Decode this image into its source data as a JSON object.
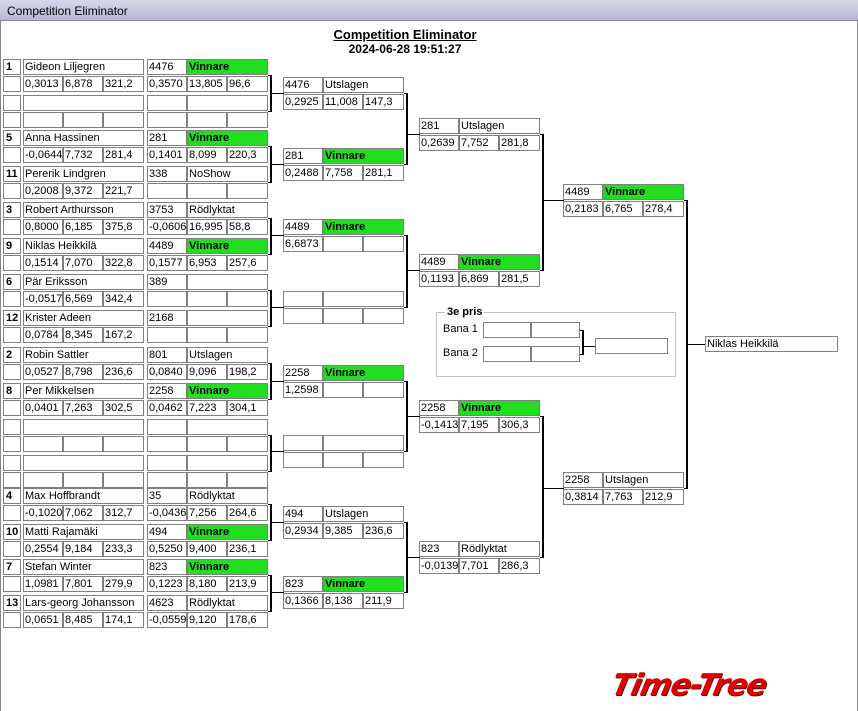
{
  "window": {
    "title": "Competition Eliminator"
  },
  "header": {
    "title": "Competition Eliminator",
    "date": "2024-06-28 19:51:27"
  },
  "round1": [
    {
      "seed": "1",
      "name": "Gideon Liljegren",
      "rt": "0,3013",
      "et": "6,878",
      "mph": "321,2"
    },
    {
      "seed": "",
      "name": "",
      "rt": "",
      "et": "",
      "mph": ""
    },
    {
      "seed": "5",
      "name": "Anna Hassinen",
      "rt": "-0,0644",
      "et": "7,732",
      "mph": "281,4"
    },
    {
      "seed": "11",
      "name": "Pererik Lindgren",
      "rt": "0,2008",
      "et": "9,372",
      "mph": "221,7"
    },
    {
      "seed": "3",
      "name": "Robert Arthursson",
      "rt": "0,8000",
      "et": "6,185",
      "mph": "375,8"
    },
    {
      "seed": "9",
      "name": "Niklas Heikkilä",
      "rt": "0,1514",
      "et": "7,070",
      "mph": "322,8"
    },
    {
      "seed": "6",
      "name": "Pär Eriksson",
      "rt": "-0,0517",
      "et": "6,569",
      "mph": "342,4"
    },
    {
      "seed": "12",
      "name": "Krister Adeen",
      "rt": "0,0784",
      "et": "8,345",
      "mph": "167,2"
    },
    {
      "seed": "2",
      "name": "Robin Sattler",
      "rt": "0,0527",
      "et": "8,798",
      "mph": "236,6"
    },
    {
      "seed": "8",
      "name": "Per Mikkelsen",
      "rt": "0,0401",
      "et": "7,263",
      "mph": "302,5"
    },
    {
      "seed": "",
      "name": "",
      "rt": "",
      "et": "",
      "mph": ""
    },
    {
      "seed": "",
      "name": "",
      "rt": "",
      "et": "",
      "mph": ""
    },
    {
      "seed": "4",
      "name": "Max Hoffbrandt",
      "rt": "-0,1020",
      "et": "7,062",
      "mph": "312,7"
    },
    {
      "seed": "10",
      "name": "Matti Rajamäki",
      "rt": "0,2554",
      "et": "9,184",
      "mph": "233,3"
    },
    {
      "seed": "7",
      "name": "Stefan Winter",
      "rt": "1,0981",
      "et": "7,801",
      "mph": "279,9"
    },
    {
      "seed": "13",
      "name": "Lars-georg Johansson",
      "rt": "0,0651",
      "et": "8,485",
      "mph": "174,1"
    }
  ],
  "round2": [
    {
      "car": "4476",
      "status": "Vinnare",
      "rt": "0,3570",
      "et": "13,805",
      "mph": "96,6"
    },
    {
      "car": "",
      "status": "",
      "rt": "",
      "et": "",
      "mph": ""
    },
    {
      "car": "281",
      "status": "Vinnare",
      "rt": "0,1401",
      "et": "8,099",
      "mph": "220,3"
    },
    {
      "car": "338",
      "status": "NoShow",
      "rt": "",
      "et": "",
      "mph": ""
    },
    {
      "car": "3753",
      "status": "Rödlyktat",
      "rt": "-0,0606",
      "et": "16,995",
      "mph": "58,8"
    },
    {
      "car": "4489",
      "status": "Vinnare",
      "rt": "0,1577",
      "et": "6,953",
      "mph": "257,6"
    },
    {
      "car": "389",
      "status": "",
      "rt": "",
      "et": "",
      "mph": ""
    },
    {
      "car": "2168",
      "status": "",
      "rt": "",
      "et": "",
      "mph": ""
    },
    {
      "car": "801",
      "status": "Utslagen",
      "rt": "0,0840",
      "et": "9,096",
      "mph": "198,2"
    },
    {
      "car": "2258",
      "status": "Vinnare",
      "rt": "0,0462",
      "et": "7,223",
      "mph": "304,1"
    },
    {
      "car": "",
      "status": "",
      "rt": "",
      "et": "",
      "mph": ""
    },
    {
      "car": "",
      "status": "",
      "rt": "",
      "et": "",
      "mph": ""
    },
    {
      "car": "35",
      "status": "Rödlyktat",
      "rt": "-0,0436",
      "et": "7,256",
      "mph": "264,6"
    },
    {
      "car": "494",
      "status": "Vinnare",
      "rt": "0,5250",
      "et": "9,400",
      "mph": "236,1"
    },
    {
      "car": "823",
      "status": "Vinnare",
      "rt": "0,1223",
      "et": "8,180",
      "mph": "213,9"
    },
    {
      "car": "4623",
      "status": "Rödlyktat",
      "rt": "-0,0559",
      "et": "9,120",
      "mph": "178,6"
    }
  ],
  "round3": [
    {
      "car": "4476",
      "status": "Utslagen",
      "rt": "0,2925",
      "et": "11,008",
      "mph": "147,3"
    },
    {
      "car": "281",
      "status": "Vinnare",
      "rt": "0,2488",
      "et": "7,758",
      "mph": "281,1"
    },
    {
      "car": "4489",
      "status": "Vinnare",
      "rt": "6,6873",
      "et": "",
      "mph": ""
    },
    {
      "car": "",
      "status": "",
      "rt": "",
      "et": "",
      "mph": ""
    },
    {
      "car": "2258",
      "status": "Vinnare",
      "rt": "1,2598",
      "et": "",
      "mph": ""
    },
    {
      "car": "",
      "status": "",
      "rt": "",
      "et": "",
      "mph": ""
    },
    {
      "car": "494",
      "status": "Utslagen",
      "rt": "0,2934",
      "et": "9,385",
      "mph": "236,6"
    },
    {
      "car": "823",
      "status": "Vinnare",
      "rt": "0,1366",
      "et": "8,138",
      "mph": "211,9"
    }
  ],
  "round4": [
    {
      "car": "281",
      "status": "Utslagen",
      "rt": "0,2639",
      "et": "7,752",
      "mph": "281,8"
    },
    {
      "car": "4489",
      "status": "Vinnare",
      "rt": "0,1193",
      "et": "6,869",
      "mph": "281,5"
    },
    {
      "car": "2258",
      "status": "Vinnare",
      "rt": "-0,1413",
      "et": "7,195",
      "mph": "306,3"
    },
    {
      "car": "823",
      "status": "Rödlyktat",
      "rt": "-0,0139",
      "et": "7,701",
      "mph": "286,3"
    }
  ],
  "round5": [
    {
      "car": "4489",
      "status": "Vinnare",
      "rt": "0,2183",
      "et": "6,765",
      "mph": "278,4"
    },
    {
      "car": "2258",
      "status": "Utslagen",
      "rt": "0,3814",
      "et": "7,763",
      "mph": "212,9"
    }
  ],
  "final": {
    "winner": "Niklas Heikkilä"
  },
  "third_prize": {
    "title": "3e pris",
    "lane1": "Bana 1",
    "lane2": "Bana 2"
  },
  "logo": {
    "text": "Time-Tree"
  },
  "colors": {
    "winner": "#22dd22",
    "logo": "#e00000"
  }
}
